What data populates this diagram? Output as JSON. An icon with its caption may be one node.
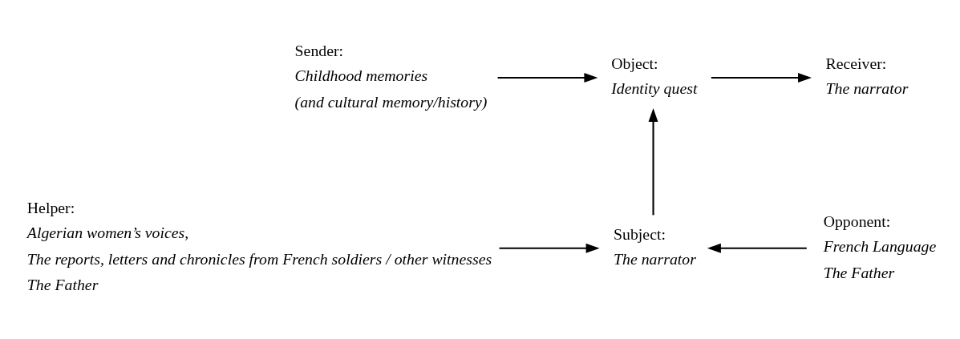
{
  "diagram": {
    "nodes": [
      {
        "text": [
          "Sender:",
          "Childhood memories",
          "(and cultural memory/history)"
        ]
      },
      {
        "text": [
          "Object:",
          "Identity quest"
        ]
      },
      {
        "text": [
          "Receiver:",
          "The narrator"
        ]
      },
      {
        "text": [
          "Helper:",
          "Algerian women’s voices,",
          "The reports, letters and chronicles from French soldiers / other witnesses",
          "The Father"
        ]
      },
      {
        "text": [
          "Subject:",
          "The narrator"
        ]
      },
      {
        "text": [
          "Opponent:",
          "French Language",
          "The Father"
        ]
      }
    ],
    "edges": [
      {
        "from": 0,
        "to": 1,
        "arrow": "to"
      },
      {
        "from": 1,
        "to": 2,
        "arrow": "to"
      },
      {
        "from": 3,
        "to": 4,
        "arrow": "to"
      },
      {
        "from": 4,
        "to": 1,
        "arrow": "to"
      },
      {
        "from": 5,
        "to": 4,
        "arrow": "to"
      }
    ]
  }
}
